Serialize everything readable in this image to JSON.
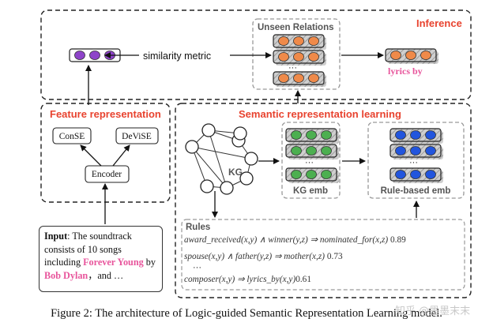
{
  "colors": {
    "title_red": "#e8432f",
    "purple_node": "#8e44c9",
    "orange_node": "#ef8a4a",
    "green_node": "#4caf50",
    "blue_node": "#2255dd",
    "pink_text": "#e8559c"
  },
  "inference": {
    "title": "Inference",
    "unseen_relations": "Unseen Relations",
    "similarity_metric": "similarity metric",
    "ellipsis": "···",
    "lyrics_by": "lyrics by"
  },
  "feature": {
    "title": "Feature  representation",
    "conse": "ConSE",
    "devise": "DeViSE",
    "encoder": "Encoder"
  },
  "semantic": {
    "title": "Semantic  representation learning",
    "kg": "KG",
    "kg_emb": "KG emb",
    "rule_emb": "Rule-based emb",
    "ellipsis": "···"
  },
  "rules": {
    "title": "Rules",
    "r1": "award_received(x,y) ∧ winner(y,z) ⇒ nominated_for(x,z)",
    "r1_score": "0.89",
    "r2": "spouse(x,y) ∧ father(y,z) ⇒ mother(x,z)",
    "r2_score": "0.73",
    "ellipsis": "···",
    "r3": "composer(x,y) ⇒ lyrics_by(x,y)",
    "r3_score": "0.61"
  },
  "input": {
    "label": "Input",
    "t1": ": The soundtrack consists of 10 songs including ",
    "song": "Forever Young",
    "t2": " by ",
    "artist": "Bob Dylan",
    "t3": "，and …"
  },
  "caption": "Figure 2: The architecture of Logic-guided Semantic Representation Learning model.",
  "watermark": "知乎 @墨墨末末"
}
